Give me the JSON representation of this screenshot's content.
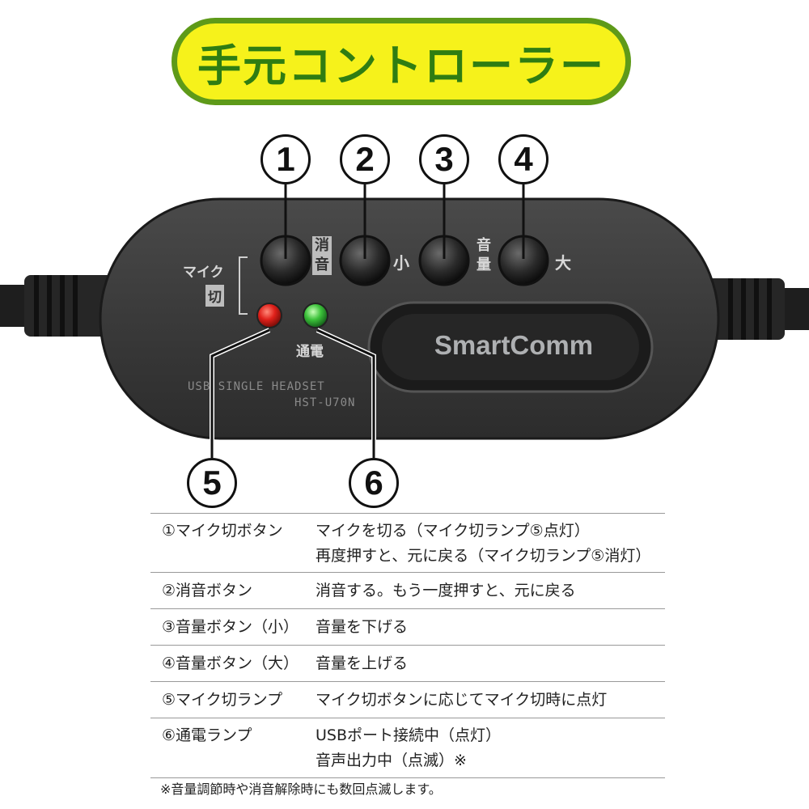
{
  "title": "手元コントローラー",
  "callouts": [
    "①",
    "②",
    "③",
    "④",
    "⑤",
    "⑥"
  ],
  "callout_digits": [
    "1",
    "2",
    "3",
    "4",
    "5",
    "6"
  ],
  "device": {
    "mic_label_top": "マイク",
    "mic_label_bottom": "切",
    "mute_label": [
      "消",
      "音"
    ],
    "small_label": "小",
    "volume_label": [
      "音",
      "量"
    ],
    "large_label": "大",
    "power_label": "通電",
    "model_line1": "USB SINGLE HEADSET",
    "model_line2": "HST-U70N",
    "brand": "SmartComm"
  },
  "colors": {
    "title_bg": "#f6f21b",
    "title_border": "#5e9a19",
    "title_text": "#2f7d12",
    "led_red": "#e0201a",
    "led_green": "#3cc23a"
  },
  "table": [
    {
      "key": "①マイク切ボタン",
      "lines": [
        "マイクを切る（マイク切ランプ⑤点灯）",
        "再度押すと、元に戻る（マイク切ランプ⑤消灯）"
      ]
    },
    {
      "key": "②消音ボタン",
      "lines": [
        "消音する。もう一度押すと、元に戻る"
      ]
    },
    {
      "key": "③音量ボタン（小）",
      "lines": [
        "音量を下げる"
      ]
    },
    {
      "key": "④音量ボタン（大）",
      "lines": [
        "音量を上げる"
      ]
    },
    {
      "key": "⑤マイク切ランプ",
      "lines": [
        "マイク切ボタンに応じてマイク切時に点灯"
      ]
    },
    {
      "key": "⑥通電ランプ",
      "lines": [
        "USBポート接続中（点灯）",
        "音声出力中（点滅）※"
      ]
    }
  ],
  "footnote": "※音量調節時や消音解除時にも数回点滅します。"
}
